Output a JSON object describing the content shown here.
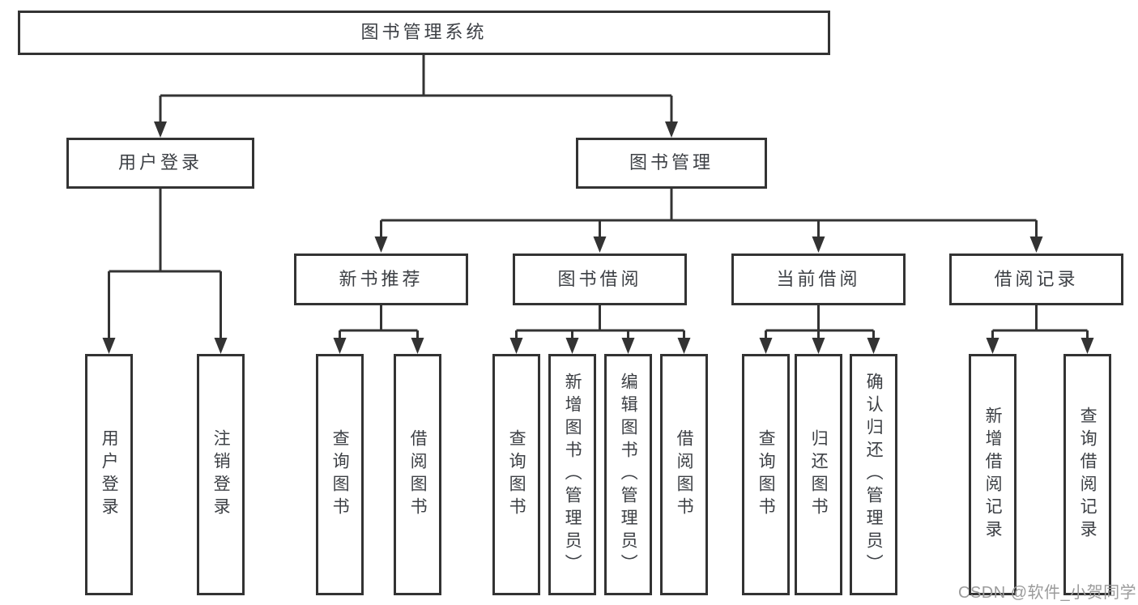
{
  "diagram": {
    "root": "图书管理系统",
    "level2": {
      "user_login": "用户登录",
      "book_management": "图书管理"
    },
    "level3": {
      "new_book_recommendation": "新书推荐",
      "book_borrowing": "图书借阅",
      "current_borrowing": "当前借阅",
      "borrowing_records": "借阅记录"
    },
    "leaves": {
      "user_login": "用户登录",
      "logout": "注销登录",
      "nb_query_books": "查询图书",
      "nb_borrow_books": "借阅图书",
      "bb_query_books": "查询图书",
      "bb_add_books": "新增图书（管理员）",
      "bb_edit_books": "编辑图书（管理员）",
      "bb_borrow_books": "借阅图书",
      "cb_query_books": "查询图书",
      "cb_return_books": "归还图书",
      "cb_confirm_return": "确认归还（管理员）",
      "br_add_record": "新增借阅记录",
      "br_query_record": "查询借阅记录"
    }
  },
  "watermark": "CSDN @软件_小贺同学",
  "colors": {
    "line": "#333333",
    "text": "#3d4045",
    "watermark": "#9b9b9b",
    "background": "#ffffff"
  }
}
